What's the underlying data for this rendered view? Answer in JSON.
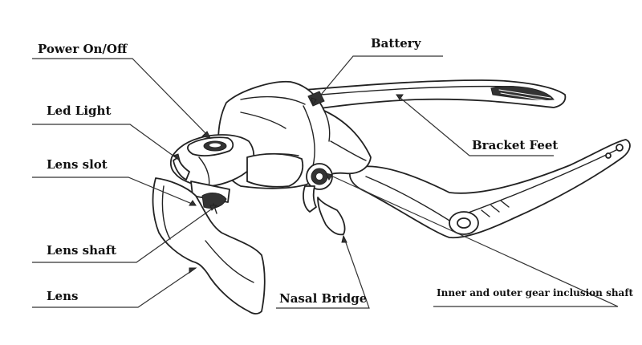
{
  "diagram": {
    "labels": {
      "power": "Power On/Off",
      "led": "Led Light",
      "lens_slot": "Lens slot",
      "lens_shaft": "Lens shaft",
      "lens": "Lens",
      "battery": "Battery",
      "bracket_feet": "Bracket Feet",
      "nasal_bridge": "Nasal Bridge",
      "gear_shaft": "Inner and outer gear inclusion shaft"
    },
    "colors": {
      "line": "#222222",
      "background": "#ffffff"
    }
  }
}
